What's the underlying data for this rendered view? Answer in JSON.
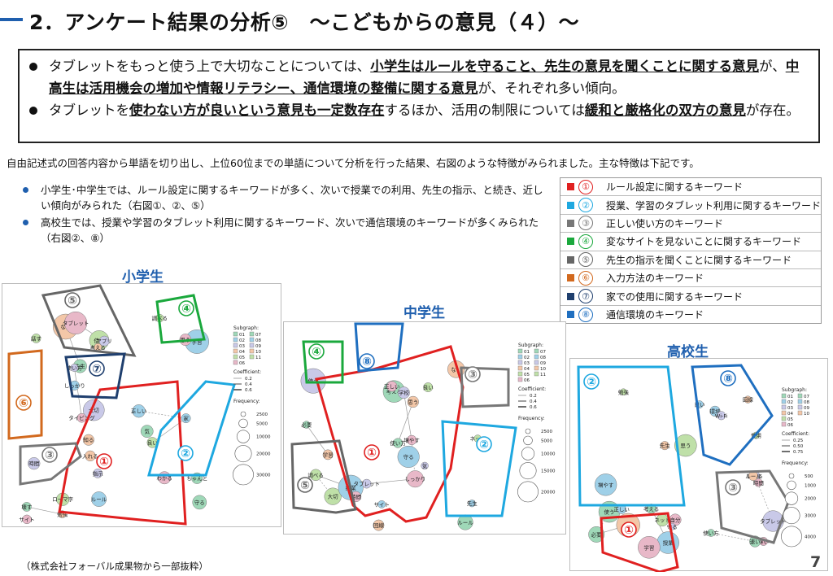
{
  "title": "2．アンケート結果の分析⑤　～こどもからの意見（４）～",
  "summary": [
    {
      "parts": [
        {
          "t": "タブレットをもっと使う上で大切なことについては、",
          "b": false
        },
        {
          "t": "小学生はルールを守ること、先生の意見を聞くことに関する意見",
          "b": true
        },
        {
          "t": "が、",
          "b": false
        },
        {
          "t": "中高生は活用機会の増加や情報リテラシー、通信環境の整備に関する意見",
          "b": true
        },
        {
          "t": "が、それぞれ多い傾向。",
          "b": false
        }
      ]
    },
    {
      "parts": [
        {
          "t": "タブレットを",
          "b": false
        },
        {
          "t": "使わない方が良いという意見も一定数存在",
          "b": true
        },
        {
          "t": "するほか、活用の制限については",
          "b": false
        },
        {
          "t": "緩和と厳格化の双方の意見",
          "b": true
        },
        {
          "t": "が存在。",
          "b": false
        }
      ]
    }
  ],
  "intro": "自由記述式の回答内容から単語を切り出し、上位60位までの単語について分析を行った結果、右図のような特徴がみられました。主な特徴は下記です。",
  "findings": [
    "小学生･中学生では、ルール設定に関するキーワードが多く、次いで授業での利用、先生の指示、と続き、近しい傾向がみられた（右図①、②、⑤）",
    "高校生では、授業や学習のタブレット利用に関するキーワード、次いで通信環境のキーワードが多くみられた（右図②、⑧）"
  ],
  "legend": [
    {
      "num": "①",
      "label": "ルール設定に関するキーワード",
      "color": "#e02020"
    },
    {
      "num": "②",
      "label": "授業、学習のタブレット利用に関するキーワード",
      "color": "#1ea8e0"
    },
    {
      "num": "③",
      "label": "正しい使い方のキーワード",
      "color": "#777777"
    },
    {
      "num": "④",
      "label": "変なサイトを見ないことに関するキーワード",
      "color": "#1aa83c"
    },
    {
      "num": "⑤",
      "label": "先生の指示を聞くことに関するキーワード",
      "color": "#666666"
    },
    {
      "num": "⑥",
      "label": "入力方法のキーワード",
      "color": "#d2691e"
    },
    {
      "num": "⑦",
      "label": "家での使用に関するキーワード",
      "color": "#1f3f6e"
    },
    {
      "num": "⑧",
      "label": "通信環境のキーワード",
      "color": "#1f6fc0"
    }
  ],
  "panels": {
    "elementary": {
      "title": "小学生",
      "sublegend_title": "Subgraph:",
      "sub_items": [
        "01",
        "02",
        "03",
        "04",
        "05",
        "06",
        "07",
        "08",
        "09",
        "10",
        "11"
      ],
      "coef_title": "Coefficient:",
      "coef_values": [
        "0.2",
        "0.4",
        "0.6"
      ],
      "freq_title": "Frequency:",
      "freq_values": [
        "2500",
        "5000",
        "10000",
        "20000",
        "30000"
      ],
      "circled": [
        "①",
        "②",
        "③",
        "④",
        "⑤",
        "⑥",
        "⑦"
      ]
    },
    "junior": {
      "title": "中学生",
      "sublegend_title": "Subgraph:",
      "sub_items": [
        "01",
        "02",
        "03",
        "04",
        "05",
        "06",
        "07",
        "08",
        "09",
        "10",
        "11"
      ],
      "coef_title": "Coefficient:",
      "coef_values": [
        "0.2",
        "0.4",
        "0.6"
      ],
      "freq_title": "Frequency:",
      "freq_values": [
        "2500",
        "5000",
        "10000",
        "15000",
        "20000"
      ],
      "circled": [
        "①",
        "②",
        "③",
        "④",
        "⑤",
        "⑧"
      ]
    },
    "high": {
      "title": "高校生",
      "sublegend_title": "Subgraph:",
      "sub_items": [
        "01",
        "02",
        "03",
        "04",
        "05",
        "06",
        "07",
        "08",
        "09",
        "10"
      ],
      "coef_title": "Coefficient:",
      "coef_values": [
        "0.25",
        "0.50",
        "0.75"
      ],
      "freq_title": "Frequency:",
      "freq_values": [
        "500",
        "1000",
        "2000",
        "3000",
        "4000"
      ],
      "circled": [
        "①",
        "②",
        "③",
        "⑧"
      ]
    }
  },
  "net_words": {
    "elementary": [
      "守る",
      "ルール",
      "大切",
      "ない",
      "使う",
      "タブレット",
      "先生",
      "学習",
      "アプリ",
      "入れる",
      "話す",
      "サイト",
      "気",
      "しっかり",
      "指示",
      "考える",
      "調べる",
      "わかる",
      "ちゃんと",
      "正しい",
      "使い方",
      "知る",
      "ローマ字",
      "タイピング",
      "壊す",
      "家",
      "時間",
      "勉強",
      "良い",
      "思う"
    ],
    "junior": [
      "ルール",
      "守る",
      "使う",
      "ない",
      "大切",
      "しっかり",
      "考える",
      "授業",
      "タブレット",
      "学習",
      "調べる",
      "増やす",
      "必要",
      "先生",
      "学校",
      "回線",
      "ネット",
      "正しい",
      "使い方",
      "サイト",
      "気",
      "思う",
      "良い",
      "時間"
    ],
    "high": [
      "使う",
      "授業",
      "タブレット",
      "ない",
      "思う",
      "学習",
      "必要",
      "増やす",
      "調べる",
      "回線",
      "ネット",
      "遅い",
      "速い",
      "環境",
      "Wi-Fi",
      "先生",
      "勉強",
      "自分",
      "使い方",
      "正しい",
      "守る",
      "ルール",
      "使用",
      "時間",
      "考える",
      "良い"
    ]
  },
  "footer": "（株式会社フォーバル成果物から一部抜粋）",
  "page_number": "7"
}
